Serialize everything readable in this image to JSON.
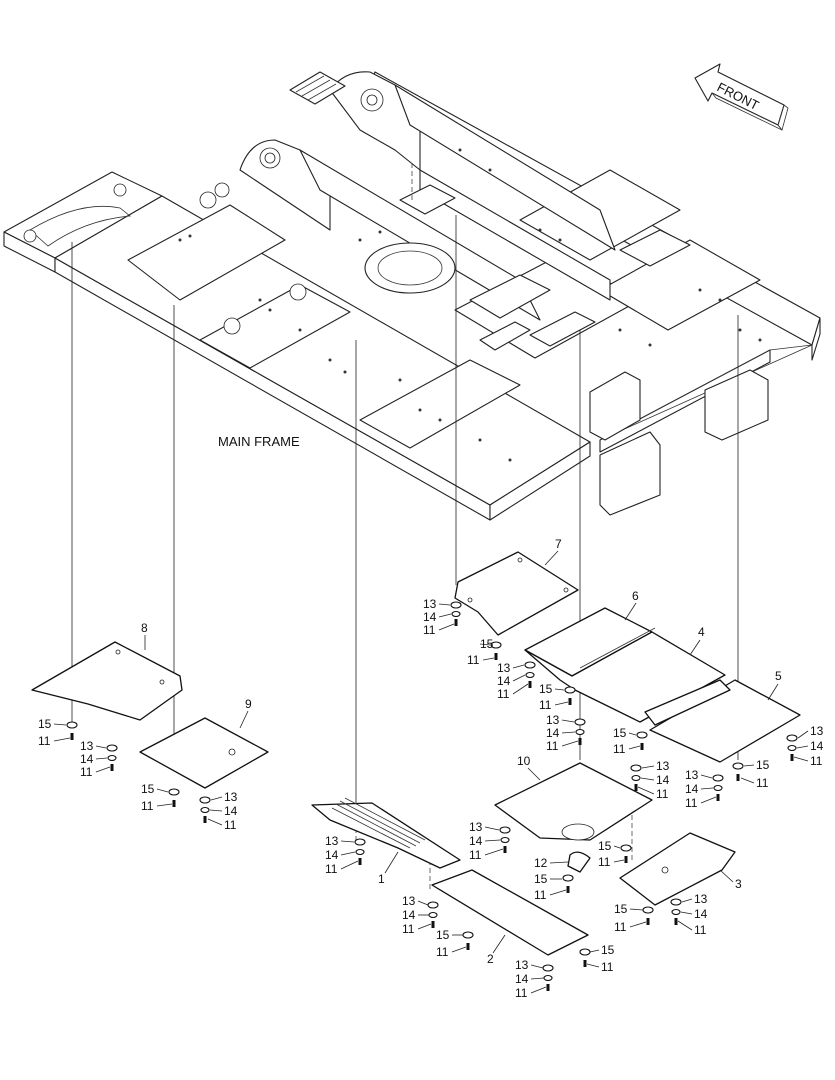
{
  "labels": {
    "main_frame": "MAIN FRAME",
    "front": "FRONT"
  },
  "parts": [
    {
      "num": "1"
    },
    {
      "num": "2"
    },
    {
      "num": "3"
    },
    {
      "num": "4"
    },
    {
      "num": "5"
    },
    {
      "num": "6"
    },
    {
      "num": "7"
    },
    {
      "num": "8"
    },
    {
      "num": "9"
    },
    {
      "num": "10"
    },
    {
      "num": "11"
    },
    {
      "num": "12"
    },
    {
      "num": "13"
    },
    {
      "num": "14"
    },
    {
      "num": "15"
    }
  ],
  "hardware_stacks": [
    {
      "group": "plate-7",
      "items": [
        "13",
        "14",
        "11"
      ]
    },
    {
      "group": "plate-6-left",
      "items": [
        "15",
        "11"
      ]
    },
    {
      "group": "plate-6-a",
      "items": [
        "13",
        "14",
        "11"
      ]
    },
    {
      "group": "plate-4-a",
      "items": [
        "15",
        "11"
      ]
    },
    {
      "group": "plate-4-b",
      "items": [
        "13",
        "14",
        "11"
      ]
    },
    {
      "group": "plate-5-a",
      "items": [
        "15",
        "11"
      ]
    },
    {
      "group": "plate-5-b",
      "items": [
        "13",
        "14",
        "11"
      ]
    },
    {
      "group": "plate-5-c",
      "items": [
        "15",
        "11"
      ]
    },
    {
      "group": "plate-5-d",
      "items": [
        "13",
        "14",
        "11"
      ]
    },
    {
      "group": "plate-8",
      "items": [
        "15",
        "11"
      ]
    },
    {
      "group": "plate-9-a",
      "items": [
        "13",
        "14",
        "11"
      ]
    },
    {
      "group": "plate-9-b",
      "items": [
        "15",
        "11"
      ]
    },
    {
      "group": "plate-9-c",
      "items": [
        "13",
        "14",
        "11"
      ]
    },
    {
      "group": "plate-10-a",
      "items": [
        "13",
        "14",
        "11"
      ]
    },
    {
      "group": "plate-10-b",
      "items": [
        "13",
        "14",
        "11"
      ]
    },
    {
      "group": "plate-10-c",
      "items": [
        "15",
        "11"
      ]
    },
    {
      "group": "plate-1",
      "items": [
        "13",
        "14",
        "11"
      ]
    },
    {
      "group": "plate-12",
      "items": [
        "12",
        "15",
        "11"
      ]
    },
    {
      "group": "plate-2-a",
      "items": [
        "13",
        "14",
        "11"
      ]
    },
    {
      "group": "plate-2-b",
      "items": [
        "15",
        "11"
      ]
    },
    {
      "group": "plate-2-c",
      "items": [
        "15",
        "11"
      ]
    },
    {
      "group": "plate-2-d",
      "items": [
        "13",
        "14",
        "11"
      ]
    },
    {
      "group": "plate-3-a",
      "items": [
        "15",
        "11"
      ]
    },
    {
      "group": "plate-3-b",
      "items": [
        "13",
        "14",
        "11"
      ]
    }
  ]
}
